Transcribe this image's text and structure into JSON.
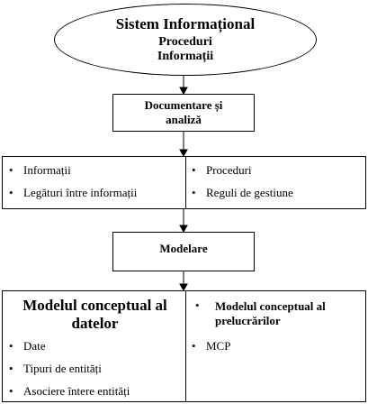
{
  "ellipse": {
    "title": "Sistem Informațional",
    "line2": "Proceduri",
    "line3": "Informații"
  },
  "documentare": {
    "line1": "Documentare și",
    "line2": "analiză"
  },
  "top_list": {
    "left": [
      "Informații",
      "Legături între informații"
    ],
    "right": [
      "Proceduri",
      "Reguli de gestiune"
    ]
  },
  "modelare": {
    "label": "Modelare"
  },
  "bottom": {
    "mcd_title_line1": "Modelul conceptual al",
    "mcd_title_line2": "datelor",
    "mcd_items": [
      "Date",
      "Tipuri de entități",
      "Asociere întere entități"
    ],
    "mcp_title_line1": "Modelul conceptual al",
    "mcp_title_line2": "prelucrărilor",
    "mcp_items": [
      "MCP"
    ]
  },
  "bullet_glyph": "•"
}
